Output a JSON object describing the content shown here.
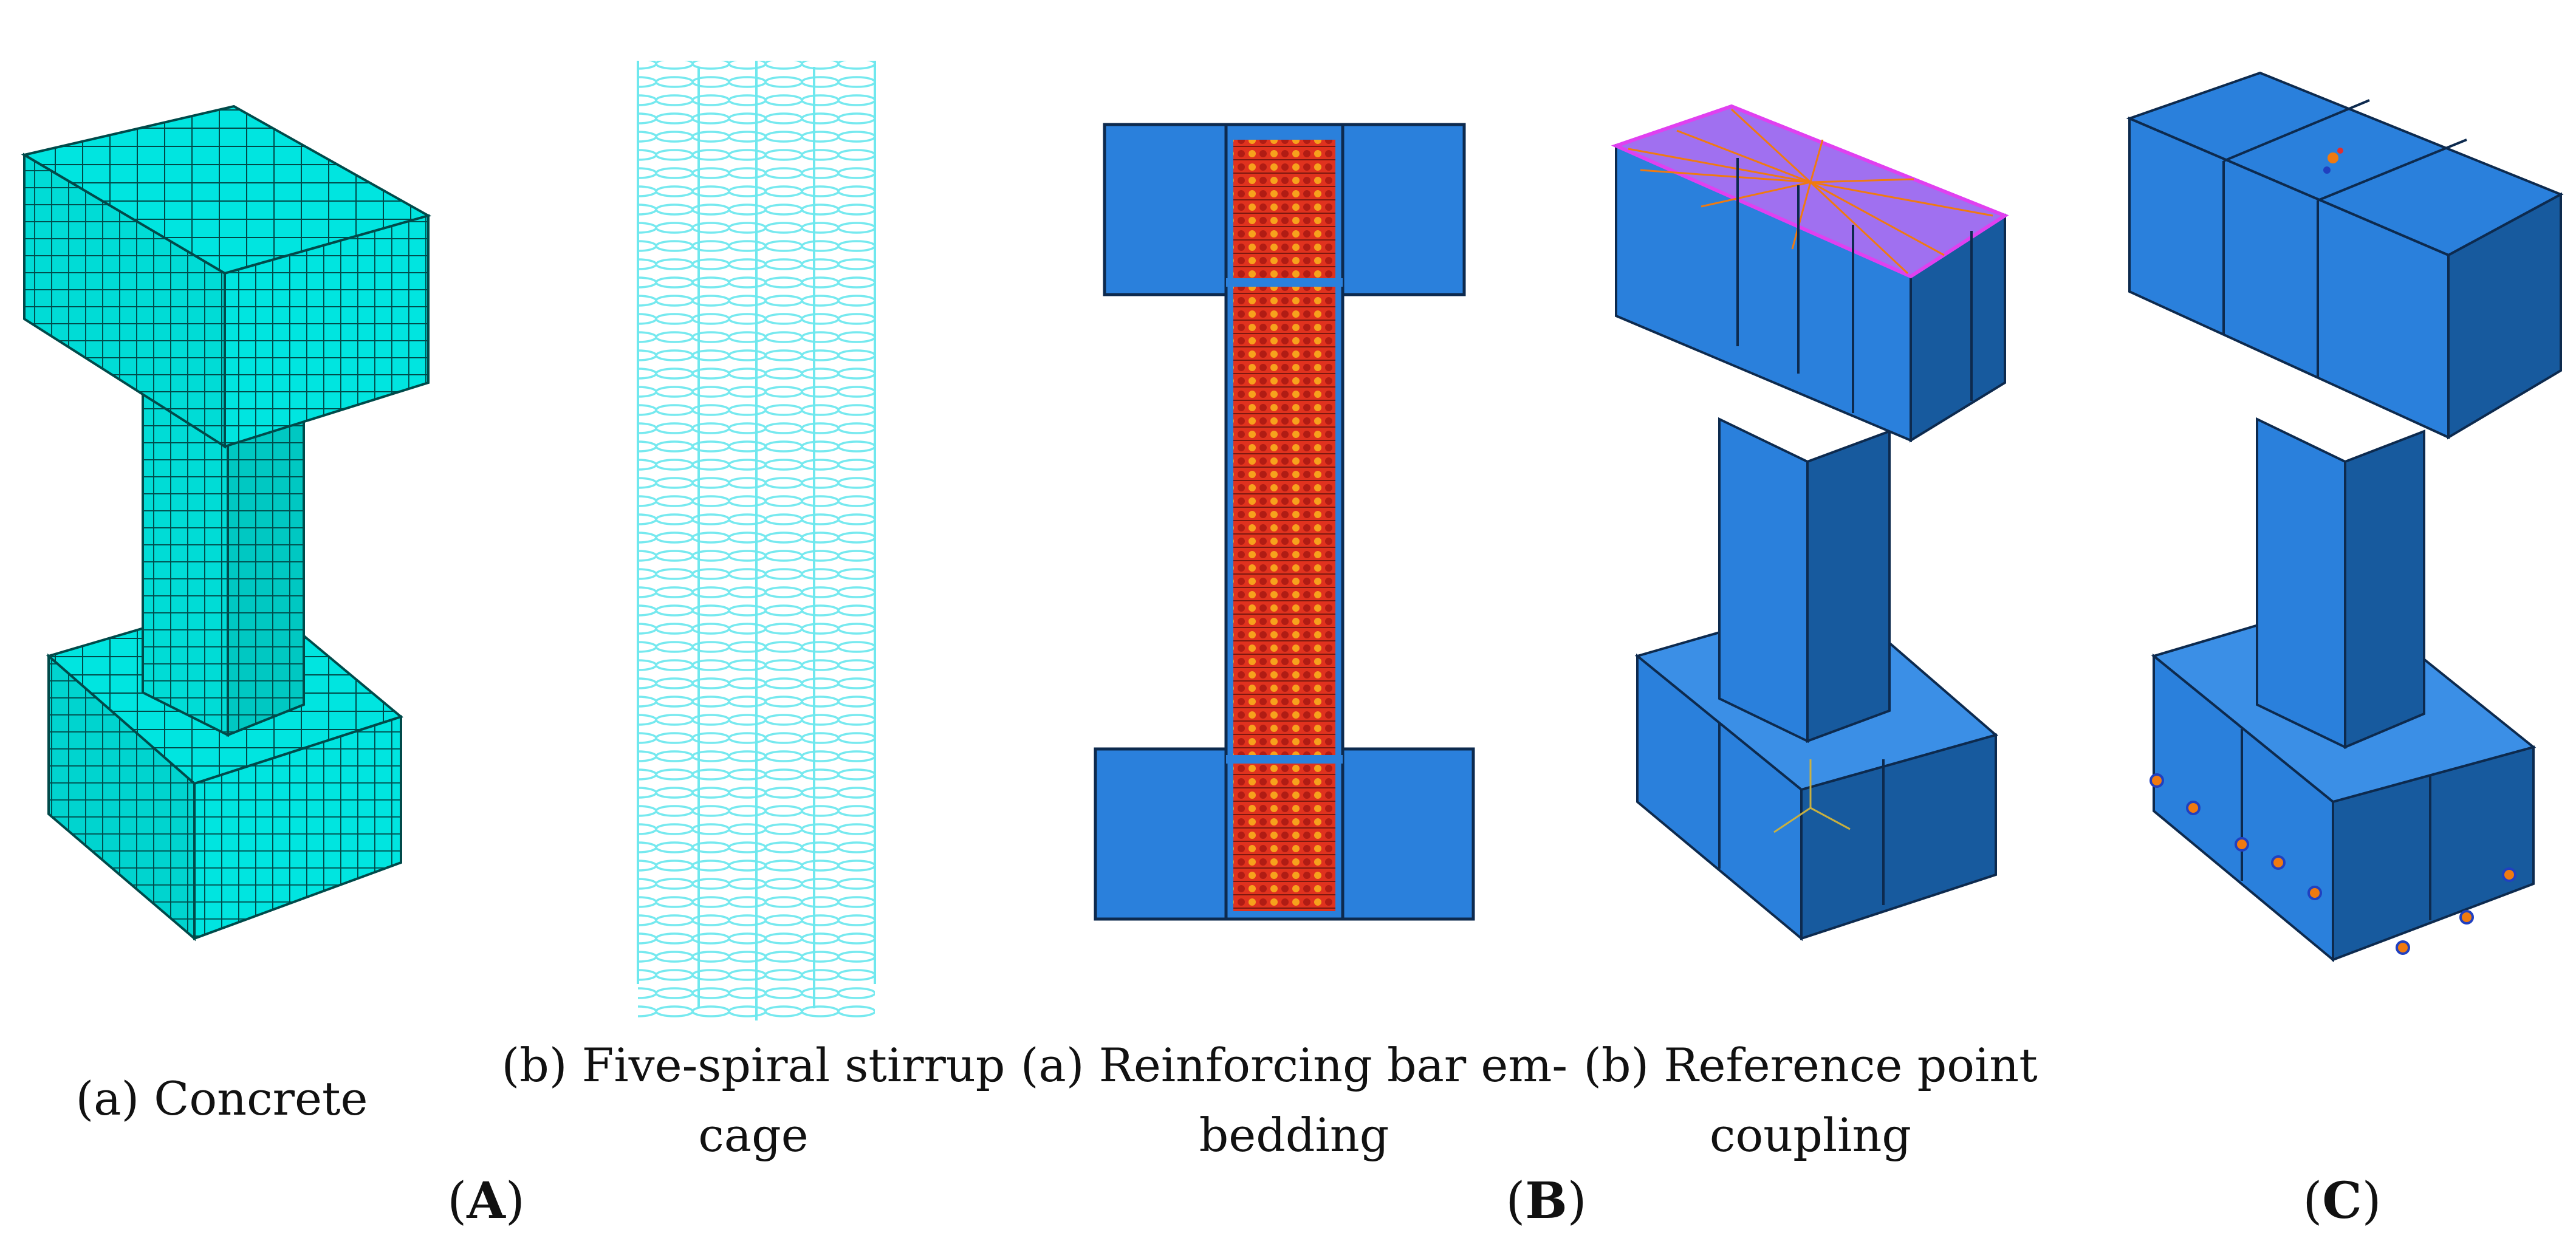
{
  "captions": {
    "a_concrete": "(a) Concrete",
    "b_cage_l1": "(b) Five-spiral stirrup",
    "b_cage_l2": "cage",
    "a_embed_l1": "(a) Reinforcing bar em-",
    "a_embed_l2": "bedding",
    "b_ref_l1": "(b) Reference point",
    "b_ref_l2": "coupling"
  },
  "panel_labels": {
    "A": {
      "open": "(",
      "letter": "A",
      "close": ")"
    },
    "B": {
      "open": "(",
      "letter": "B",
      "close": ")"
    },
    "C": {
      "open": "(",
      "letter": "C",
      "close": ")"
    }
  },
  "colors": {
    "mesh_fill": "#00e5e0",
    "mesh_line": "#004a4a",
    "part_blue": "#2a80dc",
    "part_blue_dark": "#175a9e",
    "part_blue_light": "#3b8fe6",
    "rebar_red": "#e0321e",
    "stirrup_cyan": "#6fe8ee",
    "coupling_magenta": "#a070f0",
    "coupling_lines": "#f07a10"
  }
}
